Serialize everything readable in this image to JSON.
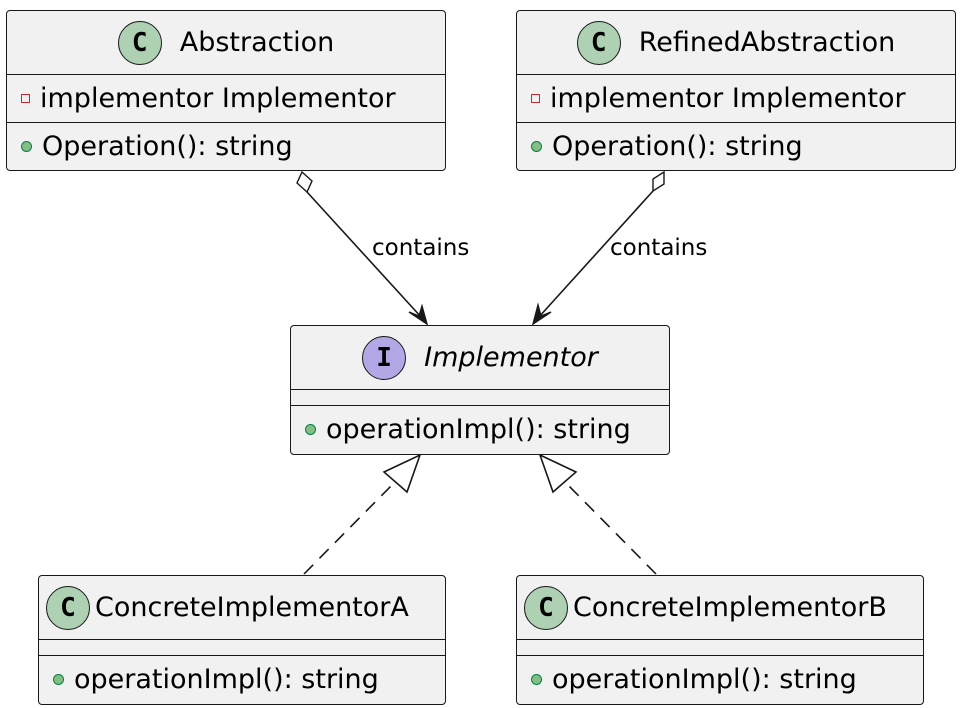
{
  "colors": {
    "class_fill": "#f1f1f1",
    "border": "#181818",
    "class_badge": "#add1b2",
    "interface_badge": "#b4a7e5",
    "private_marker": "#c82930",
    "public_marker": "#84be84"
  },
  "classes": {
    "abstraction": {
      "stereotype": "C",
      "name": "Abstraction",
      "fields": [
        {
          "visibility": "private",
          "text": "implementor Implementor"
        }
      ],
      "methods": [
        {
          "visibility": "public",
          "text": "Operation(): string"
        }
      ]
    },
    "refined_abstraction": {
      "stereotype": "C",
      "name": "RefinedAbstraction",
      "fields": [
        {
          "visibility": "private",
          "text": "implementor Implementor"
        }
      ],
      "methods": [
        {
          "visibility": "public",
          "text": "Operation(): string"
        }
      ]
    },
    "implementor": {
      "stereotype": "I",
      "name": "Implementor",
      "fields": [],
      "methods": [
        {
          "visibility": "public",
          "text": "operationImpl(): string"
        }
      ]
    },
    "concrete_a": {
      "stereotype": "C",
      "name": "ConcreteImplementorA",
      "fields": [],
      "methods": [
        {
          "visibility": "public",
          "text": "operationImpl(): string"
        }
      ]
    },
    "concrete_b": {
      "stereotype": "C",
      "name": "ConcreteImplementorB",
      "fields": [],
      "methods": [
        {
          "visibility": "public",
          "text": "operationImpl(): string"
        }
      ]
    }
  },
  "relations": [
    {
      "from": "Abstraction",
      "to": "Implementor",
      "type": "aggregation",
      "label": "contains"
    },
    {
      "from": "RefinedAbstraction",
      "to": "Implementor",
      "type": "aggregation",
      "label": "contains"
    },
    {
      "from": "ConcreteImplementorA",
      "to": "Implementor",
      "type": "realization",
      "label": ""
    },
    {
      "from": "ConcreteImplementorB",
      "to": "Implementor",
      "type": "realization",
      "label": ""
    }
  ]
}
